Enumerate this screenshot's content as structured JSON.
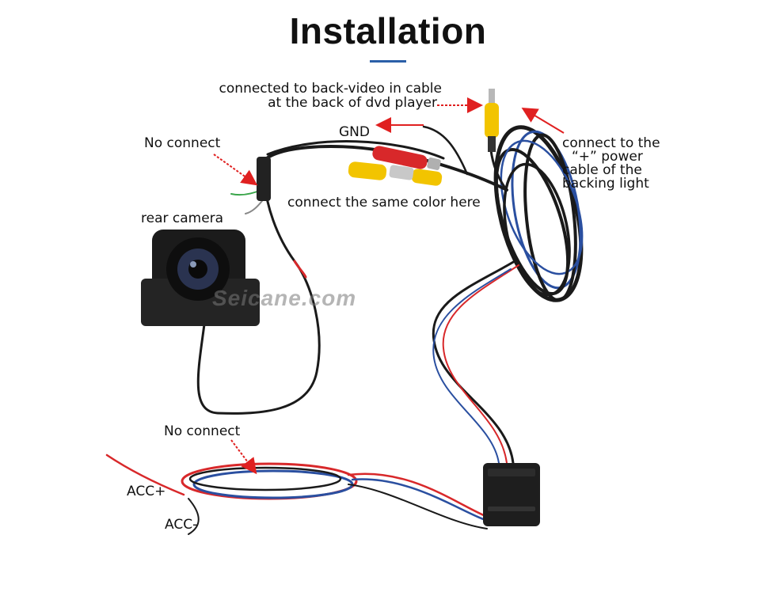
{
  "title": "Installation",
  "labels": {
    "back_video_line1": "connected to back-video in cable",
    "back_video_line2": "at the back of dvd player",
    "gnd": "GND",
    "no_connect_top": "No connect",
    "connect_same_color": "connect the same color here",
    "rear_camera": "rear camera",
    "power_line1": "connect to the",
    "power_line2": "“+” power",
    "power_line3": "cable of the",
    "power_line4": "backing light",
    "no_connect_bottom": "No connect",
    "acc_plus": "ACC+",
    "acc_minus": "ACC-"
  },
  "watermark": "Seicane.com",
  "colors": {
    "accent_rule": "#2b5fa8",
    "arrow_red": "#e02020",
    "rca_red": "#d8282a",
    "rca_yellow": "#f2c400",
    "cable_black": "#1a1a1a",
    "cable_blue": "#2a4fa0"
  }
}
